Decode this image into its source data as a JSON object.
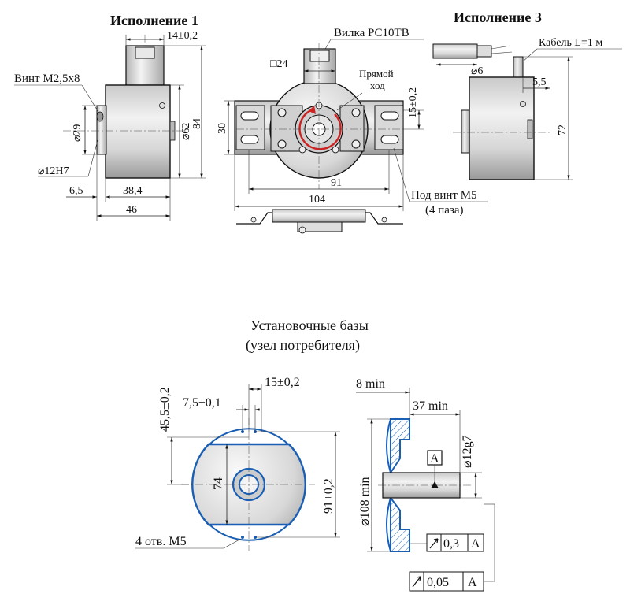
{
  "view1": {
    "title": "Исполнение 1",
    "dim_14": "14±0,2",
    "screw_label": "Винт М2,5х8",
    "dia_29": "⌀29",
    "dia_62": "⌀62",
    "dim_84": "84",
    "dia_12h7": "⌀12Н7",
    "dim_6_5": "6,5",
    "dim_38_4": "38,4",
    "dim_46": "46"
  },
  "view2": {
    "plug_label": "Вилка РС10ТВ",
    "square_24": "□24",
    "direction_line1": "Прямой",
    "direction_line2": "ход",
    "dim_15": "15±0,2",
    "dim_30": "30",
    "dim_91": "91",
    "dim_104": "104",
    "slot_label_line1": "Под винт М5",
    "slot_label_line2": "(4 паза)"
  },
  "view3": {
    "title": "Исполнение 3",
    "cable_label": "Кабель L=1 м",
    "dia_6": "⌀6",
    "dim_5_5": "5,5",
    "dim_72": "72"
  },
  "mounting": {
    "title_line1": "Установочные базы",
    "title_line2": "(узел потребителя)",
    "dim_45_5": "45,5±0,2",
    "dim_15": "15±0,2",
    "dim_7_5": "7,5±0,1",
    "dim_74": "74",
    "dim_91": "91±0,2",
    "holes_label": "4 отв. М5",
    "dim_8min": "8 min",
    "dim_37min": "37 min",
    "dia_12g7": "⌀12g7",
    "dia_108min": "⌀108 min",
    "datum": "А",
    "tol1_value": "0,3",
    "tol1_datum": "А",
    "tol2_value": "0,05",
    "tol2_datum": "А"
  },
  "colors": {
    "accent_blue": "#1a5fb4",
    "arrow_red": "#cc2222"
  }
}
